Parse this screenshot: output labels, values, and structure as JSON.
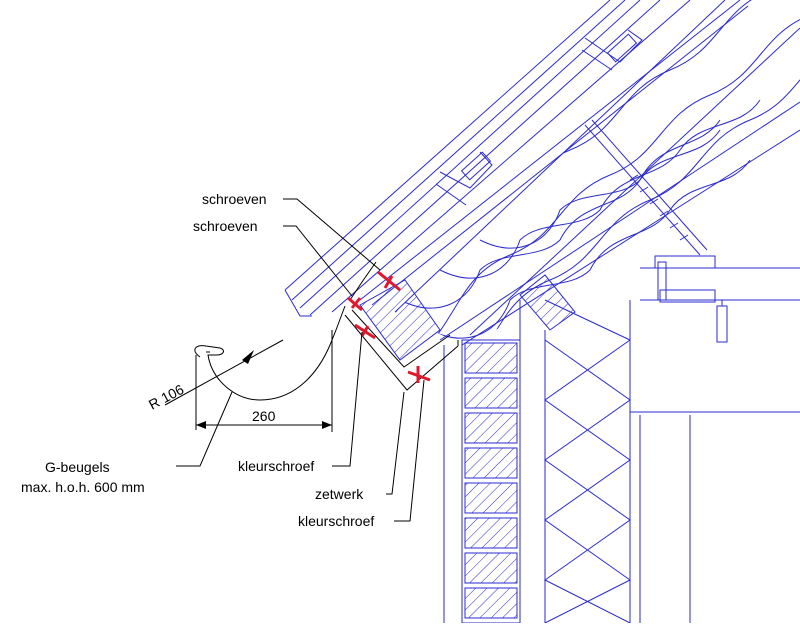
{
  "labels": {
    "screws_1": "schroeven",
    "screws_2": "schroeven",
    "radius": "R 106",
    "width": "260",
    "brackets_line1": "G-beugels",
    "brackets_line2": "max. h.o.h. 600 mm",
    "color_screw_1": "kleurschroef",
    "flashing": "zetwerk",
    "color_screw_2": "kleurschroef"
  },
  "colors": {
    "construction": "#2b2bd0",
    "gutter": "#000000",
    "screws": "#e0182d",
    "background": "#ffffff"
  }
}
